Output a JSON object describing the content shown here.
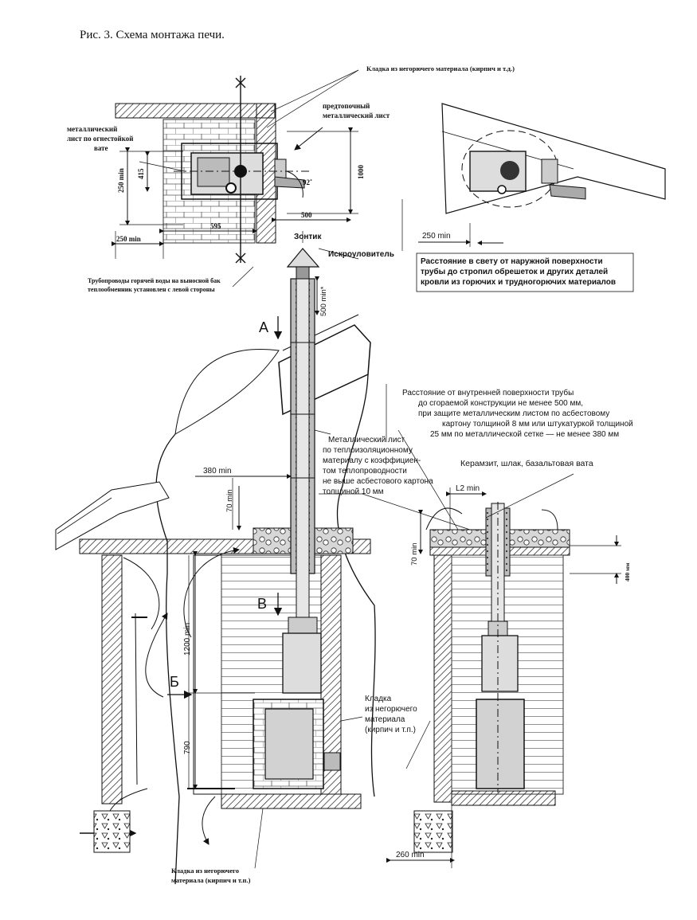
{
  "caption": "Рис. 3. Схема монтажа печи.",
  "labels": {
    "masonry_top": "Кладка из негорючего материала (кирпич и т.д.)",
    "pre_firebox_1": "предтопочный",
    "pre_firebox_2": "металлический лист",
    "metal_sheet_1": "металлический",
    "metal_sheet_2": "лист по огнестойкой",
    "metal_sheet_3": "вате",
    "pipes_1": "Трубопроводы горячей воды на выносной бак",
    "pipes_2": "теплообменник установлен с левой стороны",
    "umbrella": "Зонтик",
    "spark_arrester": "Искроуловитель",
    "clearance_1": "Расстояние в свету от наружной поверхности",
    "clearance_2": "трубы до стропил обрешеток и других деталей",
    "clearance_3": "кровли из горючих и трудногорючих материалов",
    "inner_1": "Расстояние от внутренней поверхности трубы",
    "inner_2": "до сгораемой конструкции не менее 500 мм,",
    "inner_3": "при защите металлическим листом по асбестовому",
    "inner_4": "картону толщиной 8 мм или штукатуркой толщиной",
    "inner_5": "25 мм по металлической сетке — не менее 380 мм",
    "insul_1": "Металлический лист",
    "insul_2": "по теплоизоляционному",
    "insul_3": "материалу с коэффициен-",
    "insul_4": "том теплопроводности",
    "insul_5": "не выше асбестового картона",
    "insul_6": "толщиной 10 мм",
    "fill": "Керамзит, шлак, базальтовая вата",
    "mas_right_1": "Кладка",
    "mas_right_2": "из негорючего",
    "mas_right_3": "материала",
    "mas_right_4": "(кирпич и т.п.)",
    "mas_bottom_1": "Кладка из негорючего",
    "mas_bottom_2": "материала (кирпич и т.п.)"
  },
  "dimensions": {
    "d250min_v": "250 min",
    "d415": "415",
    "d1000": "1000",
    "d92": "92˚",
    "d500": "500",
    "d595": "595",
    "d250min_h": "250 min",
    "d250min_right": "250 min",
    "d500min": "500 min*",
    "d380min": "380 min",
    "d70min_l": "70 min",
    "dL2min": "L2 min",
    "d70min_r": "70 min",
    "d400": "400 мм",
    "d1200min": "1200 min",
    "d790": "790",
    "d260min": "260 min"
  },
  "markers": {
    "A": "А",
    "B": "В",
    "BB": "Б"
  }
}
